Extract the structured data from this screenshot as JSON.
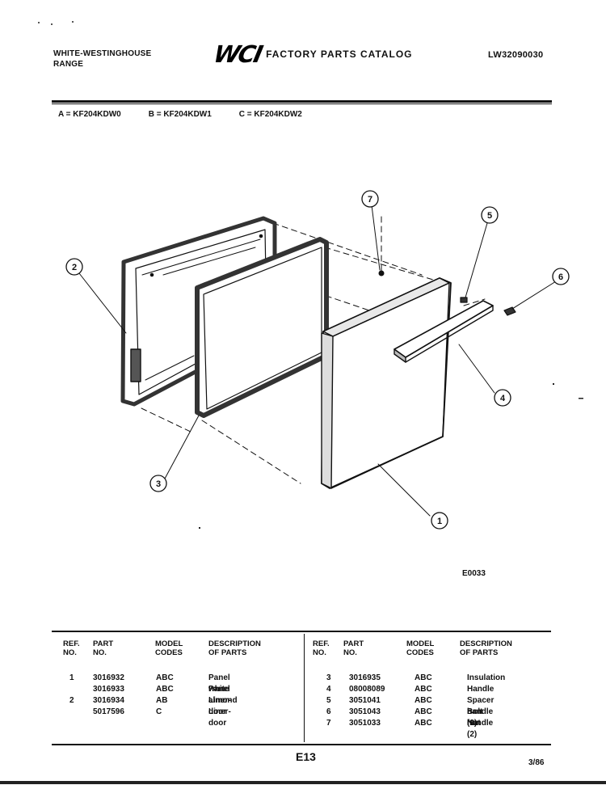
{
  "header": {
    "brand_line1": "WHITE-WESTINGHOUSE",
    "brand_line2": "RANGE",
    "logo_text": "WCI",
    "catalog_title": "FACTORY PARTS CATALOG",
    "catalog_number": "LW32090030"
  },
  "models": [
    {
      "text": "A = KF204KDW0"
    },
    {
      "text": "B = KF204KDW1"
    },
    {
      "text": "C = KF204KDW2"
    }
  ],
  "diagram": {
    "figure_code": "E0033",
    "callouts": [
      "1",
      "2",
      "3",
      "4",
      "5",
      "6",
      "7"
    ]
  },
  "table": {
    "headers": {
      "ref": "REF.\nNO.",
      "part": "PART\nNO.",
      "model": "MODEL\nCODES",
      "desc": "DESCRIPTION\nOF PARTS"
    },
    "left_rows": [
      {
        "ref": "1",
        "part": "3016932",
        "codes": "ABC",
        "desc": "Panel white"
      },
      {
        "ref": "",
        "part": "3016933",
        "codes": "ABC",
        "desc": "Panel almond"
      },
      {
        "ref": "2",
        "part": "3016934",
        "codes": "AB",
        "desc": "Liner-door"
      },
      {
        "ref": "",
        "part": "5017596",
        "codes": "C",
        "desc": "Liner-door"
      }
    ],
    "right_rows": [
      {
        "ref": "3",
        "part": "3016935",
        "codes": "ABC",
        "desc": "Insulation"
      },
      {
        "ref": "4",
        "part": "08008089",
        "codes": "ABC",
        "desc": "Handle"
      },
      {
        "ref": "5",
        "part": "3051041",
        "codes": "ABC",
        "desc": "Spacer handle (2)"
      },
      {
        "ref": "6",
        "part": "3051043",
        "codes": "ABC",
        "desc": "Bolt handle (2)"
      },
      {
        "ref": "7",
        "part": "3051033",
        "codes": "ABC",
        "desc": "Nut"
      }
    ]
  },
  "footer": {
    "page_id": "E13",
    "date": "3/86"
  }
}
